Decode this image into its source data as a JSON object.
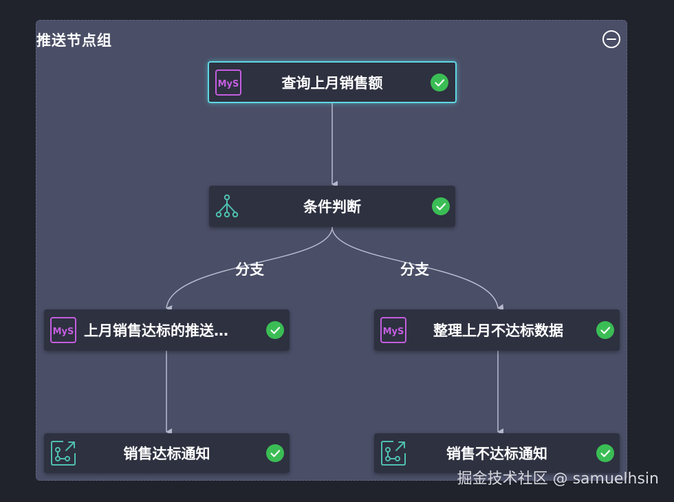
{
  "group": {
    "title": "推送节点组",
    "collapse_icon": "minus-circle-icon"
  },
  "colors": {
    "background": "#20222c",
    "group_fill": "#4a4e66",
    "node_fill": "#2e3140",
    "selected_border": "#5fd7e4",
    "mysql_icon": "#c45ee0",
    "teal_icon": "#4fc0b0",
    "success": "#3bbd55",
    "edge": "#b9bcd0"
  },
  "nodes": [
    {
      "id": "query",
      "label": "查询上月销售额",
      "icon": "mysql-icon",
      "status": "success-check-icon",
      "selected": true
    },
    {
      "id": "condition",
      "label": "条件判断",
      "icon": "branch-tree-icon",
      "status": "success-check-icon",
      "selected": false
    },
    {
      "id": "push_met",
      "label": "上月销售达标的推送…",
      "icon": "mysql-icon",
      "status": "success-check-icon",
      "selected": false
    },
    {
      "id": "clean_unmet",
      "label": "整理上月不达标数据",
      "icon": "mysql-icon",
      "status": "success-check-icon",
      "selected": false
    },
    {
      "id": "notify_met",
      "label": "销售达标通知",
      "icon": "notify-share-icon",
      "status": "success-check-icon",
      "selected": false
    },
    {
      "id": "notify_unmet",
      "label": "销售不达标通知",
      "icon": "notify-share-icon",
      "status": "success-check-icon",
      "selected": false
    }
  ],
  "edges": [
    {
      "from": "query",
      "to": "condition",
      "label": ""
    },
    {
      "from": "condition",
      "to": "push_met",
      "label": "分支"
    },
    {
      "from": "condition",
      "to": "clean_unmet",
      "label": "分支"
    },
    {
      "from": "push_met",
      "to": "notify_met",
      "label": ""
    },
    {
      "from": "clean_unmet",
      "to": "notify_unmet",
      "label": ""
    }
  ],
  "mysql_icon_text": "MyS",
  "watermark": "掘金技术社区 @ samuelhsin"
}
